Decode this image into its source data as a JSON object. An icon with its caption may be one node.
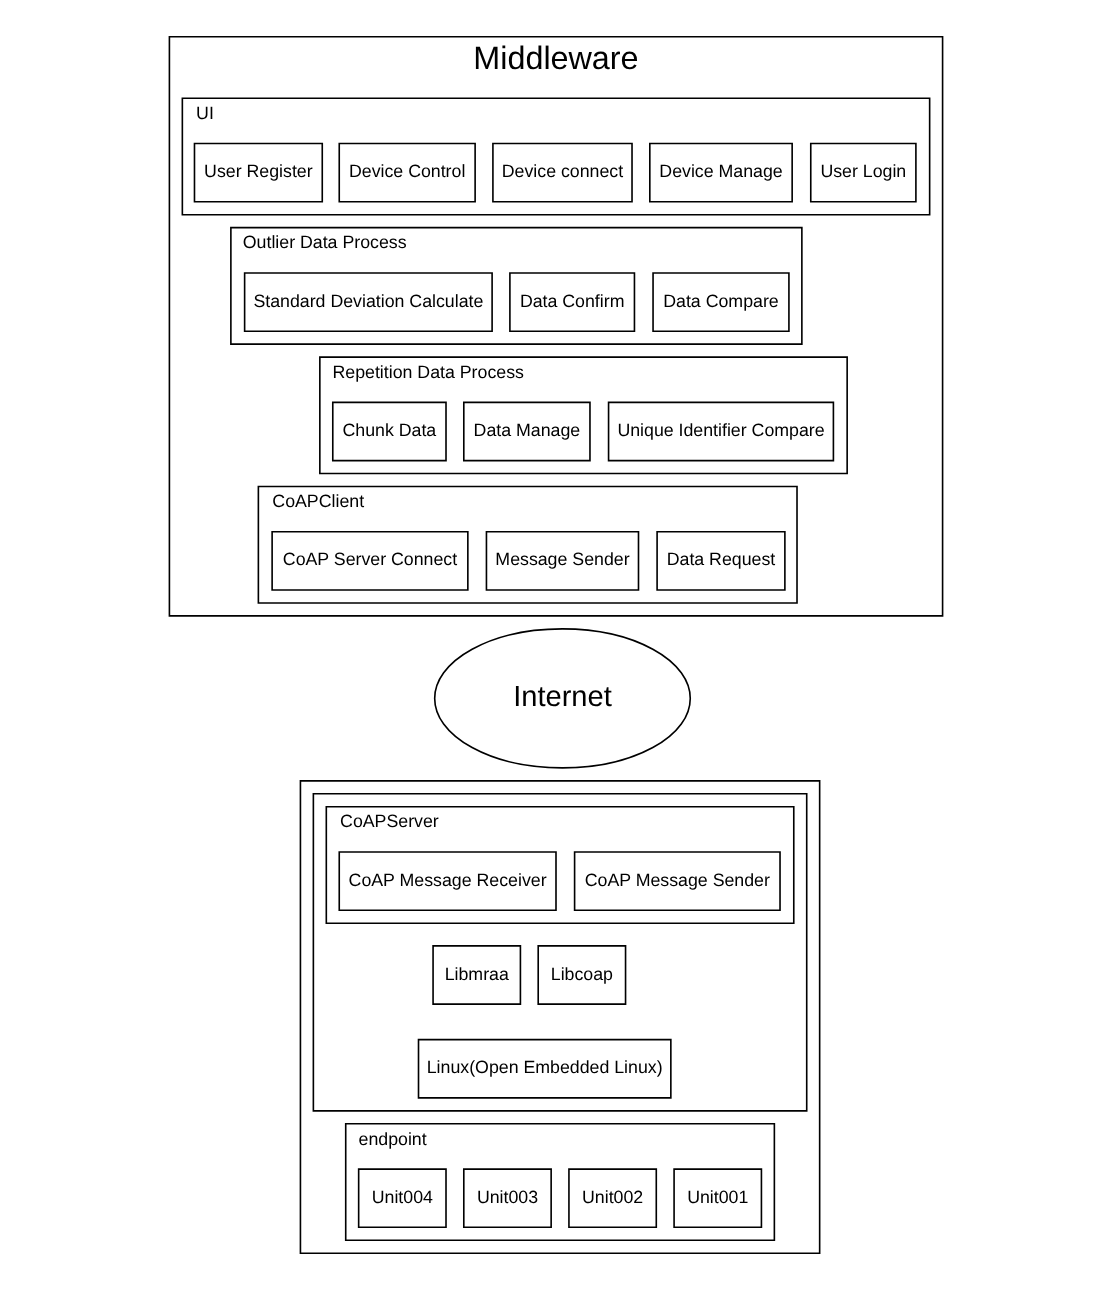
{
  "diagram": {
    "nodes": [
      {
        "text": [
          "Middleware"
        ]
      },
      {
        "text": [
          "UI"
        ],
        "in": 0
      },
      {
        "text": [
          "User Register"
        ],
        "in": 1
      },
      {
        "text": [
          "User Login"
        ],
        "in": 1
      },
      {
        "text": [
          "Device Manage"
        ],
        "in": 1
      },
      {
        "text": [
          "Device connect"
        ],
        "in": 1
      },
      {
        "text": [
          "Device Control"
        ],
        "in": 1
      },
      {
        "text": [
          "Outlier Data Process"
        ],
        "in": 0
      },
      {
        "text": [
          "Standard Deviation Calculate"
        ],
        "in": 7
      },
      {
        "text": [
          "Data Compare"
        ],
        "in": 7
      },
      {
        "text": [
          "Data Confirm"
        ],
        "in": 7
      },
      {
        "text": [
          "Repetition Data Process"
        ],
        "in": 0
      },
      {
        "text": [
          "Chunk Data"
        ],
        "in": 11
      },
      {
        "text": [
          "Unique Identifier Compare"
        ],
        "in": 11
      },
      {
        "text": [
          "Data Manage"
        ],
        "in": 11
      },
      {
        "text": [
          "CoAPClient"
        ],
        "in": 0
      },
      {
        "text": [
          "CoAP Server Connect"
        ],
        "in": 15
      },
      {
        "text": [
          "Data Request"
        ],
        "in": 15
      },
      {
        "text": [
          "Message Sender"
        ],
        "in": 15
      },
      {
        "text": [
          "Internet"
        ]
      },
      {
        "text": [],
        "shape": "box"
      },
      {
        "text": [],
        "shape": "box",
        "in": 20
      },
      {
        "text": [
          "CoAPServer"
        ],
        "in": 21
      },
      {
        "text": [
          "CoAP Message Sender"
        ],
        "in": 22
      },
      {
        "text": [
          "CoAP Message Receiver"
        ],
        "in": 22
      },
      {
        "text": [
          "Libmraa"
        ],
        "in": 21
      },
      {
        "text": [
          "Libcoap"
        ],
        "in": 21
      },
      {
        "text": [
          "Linux(Open Embedded Linux)"
        ],
        "in": 21
      },
      {
        "text": [
          "endpoint"
        ],
        "in": 20
      },
      {
        "text": [
          "Unit001"
        ],
        "in": 28
      },
      {
        "text": [
          "Unit002"
        ],
        "in": 28
      },
      {
        "text": [
          "Unit003"
        ],
        "in": 28
      },
      {
        "text": [
          "Unit004"
        ],
        "in": 28
      }
    ],
    "edges": []
  }
}
